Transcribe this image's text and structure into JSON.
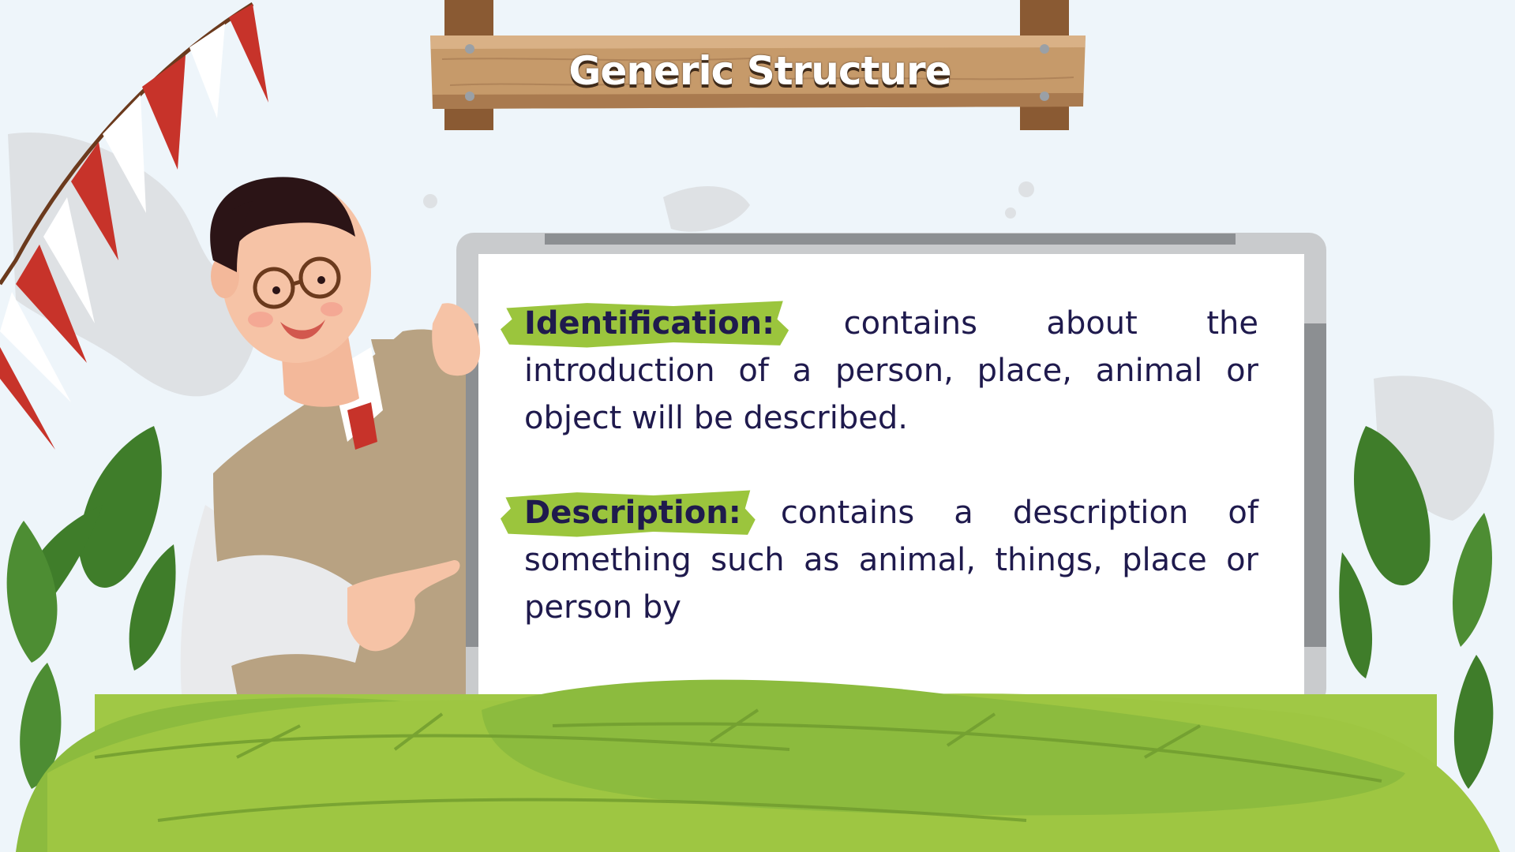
{
  "slide": {
    "title": "Generic Structure",
    "items": [
      {
        "term": "Identification:",
        "text": " contains about the introduction of a person, place, animal or object will be described."
      },
      {
        "term": "Description:",
        "text": " contains a description of something such as animal, things, place or person by"
      }
    ]
  },
  "colors": {
    "background": "#eef5fa",
    "text": "#1f1a4d",
    "highlight": "#9bc53d",
    "wood": "#c69a6a",
    "leaf_dark": "#3f7d2a",
    "leaf_light": "#8cbb3e",
    "pennant_red": "#c7332a"
  },
  "icons": [
    "wooden-sign",
    "teacher-character",
    "whiteboard",
    "pennant-garland",
    "leaf-foliage"
  ]
}
